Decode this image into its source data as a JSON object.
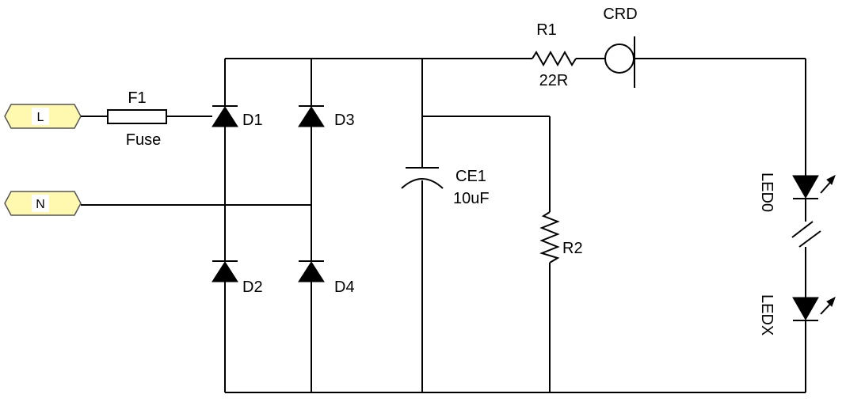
{
  "ports": {
    "line": "L",
    "neutral": "N"
  },
  "fuse": {
    "ref": "F1",
    "value": "Fuse"
  },
  "diodes": {
    "d1": "D1",
    "d2": "D2",
    "d3": "D3",
    "d4": "D4"
  },
  "resistor1": {
    "ref": "R1",
    "value": "22R"
  },
  "crd": {
    "ref": "CRD"
  },
  "capacitor": {
    "ref": "CE1",
    "value": "10uF"
  },
  "resistor2": {
    "ref": "R2"
  },
  "leds": {
    "first": "LED0",
    "last": "LEDX"
  }
}
